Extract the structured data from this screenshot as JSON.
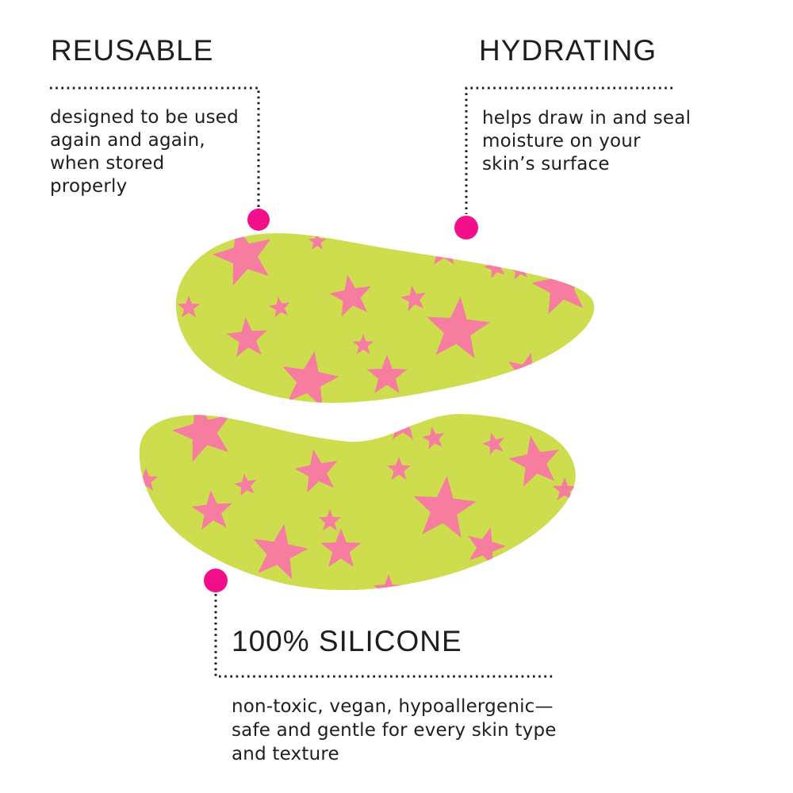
{
  "colors": {
    "background": "#ffffff",
    "patch_green": "#cedd4e",
    "star_pink": "#f77da0",
    "dot_pink": "#f2108a",
    "line": "#1c1c1c",
    "text": "#1e1e1e"
  },
  "sections": {
    "reusable": {
      "title": "REUSABLE",
      "description": "designed to be used\nagain and again,\nwhen stored\nproperly"
    },
    "hydrating": {
      "title": "HYDRATING",
      "description": "helps draw in and seal\nmoisture on your\nskin’s surface"
    },
    "silicone": {
      "title": "100% SILICONE",
      "description": "non-toxic, vegan, hypoallergenic—\nsafe and gentle for every skin type\nand texture"
    }
  }
}
